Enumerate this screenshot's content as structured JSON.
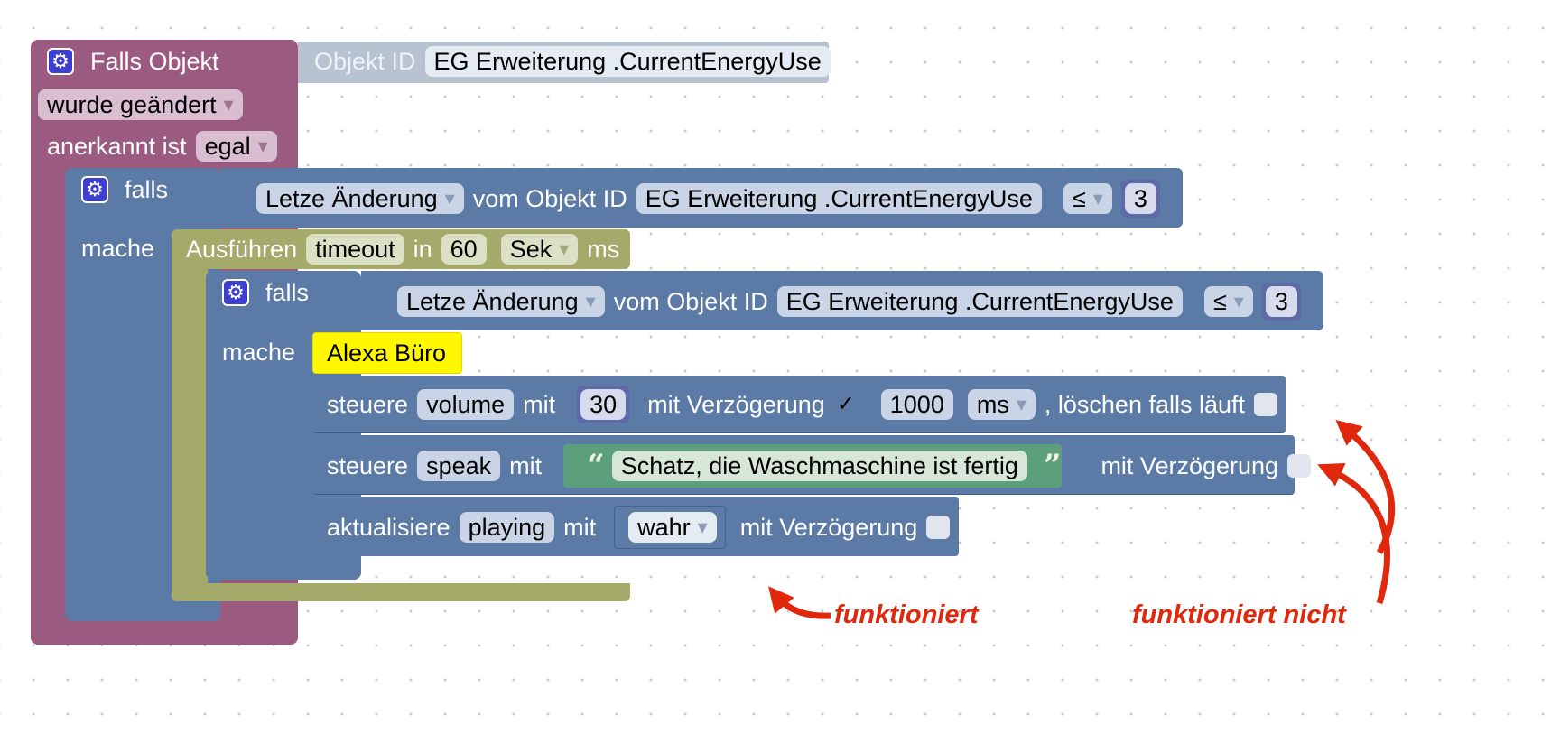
{
  "trigger": {
    "title": "Falls Objekt",
    "object_label": "Objekt ID",
    "object_id": "EG Erweiterung .CurrentEnergyUse",
    "changed": "wurde geändert",
    "ack_label": "anerkannt ist",
    "ack_value": "egal"
  },
  "if_outer": {
    "if_label": "falls",
    "do_label": "mache",
    "cond_prop": "Letze Änderung",
    "cond_of": "vom Objekt ID",
    "cond_object": "EG Erweiterung .CurrentEnergyUse",
    "cond_op": "≤",
    "cond_value": "3"
  },
  "timeout": {
    "label": "Ausführen",
    "name": "timeout",
    "in_label": "in",
    "value": "60",
    "unit": "Sek",
    "ms_label": "ms"
  },
  "if_inner": {
    "if_label": "falls",
    "do_label": "mache",
    "cond_prop": "Letze Änderung",
    "cond_of": "vom Objekt ID",
    "cond_object": "EG Erweiterung .CurrentEnergyUse",
    "cond_op": "≤",
    "cond_value": "3"
  },
  "comment": "Alexa Büro",
  "stmt1": {
    "control": "steuere",
    "target": "volume",
    "with": "mit",
    "value": "30",
    "delay_label": "mit Verzögerung",
    "delay_checked": "✓",
    "delay_value": "1000",
    "delay_unit": "ms",
    "clear_label": ", löschen falls läuft"
  },
  "stmt2": {
    "control": "steuere",
    "target": "speak",
    "with": "mit",
    "open_quote": "“",
    "text": "Schatz, die Waschmaschine ist fertig",
    "close_quote": "”",
    "delay_label": "mit Verzögerung"
  },
  "stmt3": {
    "control": "aktualisiere",
    "target": "playing",
    "with": "mit",
    "value": "wahr",
    "delay_label": "mit Verzögerung"
  },
  "annotations": {
    "works": "funktioniert",
    "not_works": "funktioniert nicht"
  },
  "colors": {
    "event": "#9b5b80",
    "logic": "#5b7aa6",
    "timer": "#a4aa6a",
    "text": "#5ba07a",
    "object_id": "#b8c3d1",
    "comment": "#fff700",
    "annotation": "#e0280d"
  }
}
